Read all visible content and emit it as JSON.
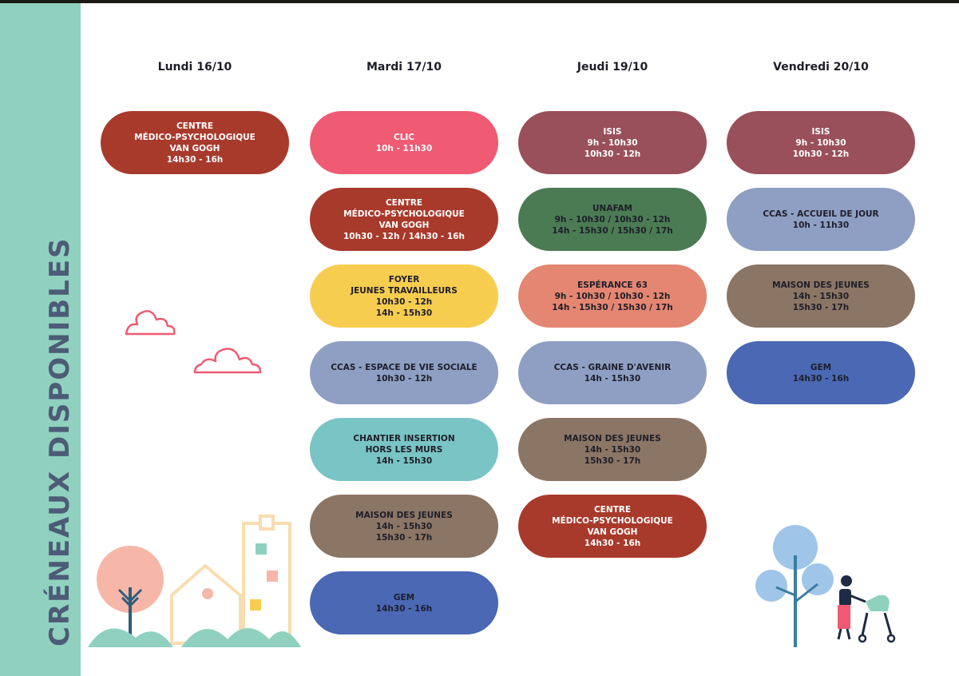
{
  "page": {
    "side_title": "CRÉNEAUX DISPONIBLES",
    "colors": {
      "sidebar": "#8fd1be",
      "side_title": "#4d5b77"
    }
  },
  "days": [
    {
      "label": "Lundi 16/10",
      "slots": [
        {
          "lines": [
            "CENTRE",
            "MÉDICO-PSYCHOLOGIQUE",
            "VAN GOGH",
            "14h30 - 16h"
          ],
          "color": "#a83a2c"
        }
      ]
    },
    {
      "label": "Mardi 17/10",
      "slots": [
        {
          "lines": [
            "CLIC",
            "10h - 11h30"
          ],
          "color": "#ee5b73"
        },
        {
          "lines": [
            "CENTRE",
            "MÉDICO-PSYCHOLOGIQUE",
            "VAN GOGH",
            "10h30 - 12h / 14h30 - 16h"
          ],
          "color": "#a83a2c"
        },
        {
          "lines": [
            "FOYER",
            "JEUNES TRAVAILLEURS",
            "10h30 - 12h",
            "14h - 15h30"
          ],
          "color": "#f7cd50",
          "text_color": "dark"
        },
        {
          "lines": [
            "CCAS - ESPACE DE VIE SOCIALE",
            "10h30 - 12h"
          ],
          "color": "#8e9fc3",
          "text_color": "dark"
        },
        {
          "lines": [
            "CHANTIER INSERTION",
            "HORS LES MURS",
            "14h - 15h30"
          ],
          "color": "#79c4c5",
          "text_color": "dark"
        },
        {
          "lines": [
            "MAISON DES JEUNES",
            "14h - 15h30",
            "15h30 - 17h"
          ],
          "color": "#8b7564",
          "text_color": "dark"
        },
        {
          "lines": [
            "GEM",
            "14h30 - 16h"
          ],
          "color": "#4a68b3",
          "text_color": "dark"
        }
      ]
    },
    {
      "label": "Jeudi 19/10",
      "slots": [
        {
          "lines": [
            "ISIS",
            "9h - 10h30",
            "10h30 - 12h"
          ],
          "color": "#99505a"
        },
        {
          "lines": [
            "UNAFAM",
            "9h - 10h30 / 10h30 - 12h",
            "14h - 15h30 / 15h30 / 17h"
          ],
          "color": "#4a7b53",
          "text_color": "dark"
        },
        {
          "lines": [
            "ESPÉRANCE 63",
            "9h - 10h30 / 10h30 - 12h",
            "14h - 15h30 / 15h30 / 17h"
          ],
          "color": "#e48671",
          "text_color": "dark"
        },
        {
          "lines": [
            "CCAS - GRAINE D'AVENIR",
            "14h - 15h30"
          ],
          "color": "#8e9fc3",
          "text_color": "dark"
        },
        {
          "lines": [
            "MAISON DES JEUNES",
            "14h - 15h30",
            "15h30 - 17h"
          ],
          "color": "#8b7564",
          "text_color": "dark"
        },
        {
          "lines": [
            "CENTRE",
            "MÉDICO-PSYCHOLOGIQUE",
            "VAN GOGH",
            "14h30 - 16h"
          ],
          "color": "#a83a2c"
        }
      ]
    },
    {
      "label": "Vendredi 20/10",
      "slots": [
        {
          "lines": [
            "ISIS",
            "9h - 10h30",
            "10h30 - 12h"
          ],
          "color": "#99505a"
        },
        {
          "lines": [
            "CCAS - ACCUEIL DE JOUR",
            "10h - 11h30"
          ],
          "color": "#8e9fc3",
          "text_color": "dark"
        },
        {
          "lines": [
            "MAISON DES JEUNES",
            "14h - 15h30",
            "15h30 - 17h"
          ],
          "color": "#8b7564",
          "text_color": "dark"
        },
        {
          "lines": [
            "GEM",
            "14h30 - 16h"
          ],
          "color": "#4a68b3",
          "text_color": "dark"
        }
      ]
    }
  ]
}
